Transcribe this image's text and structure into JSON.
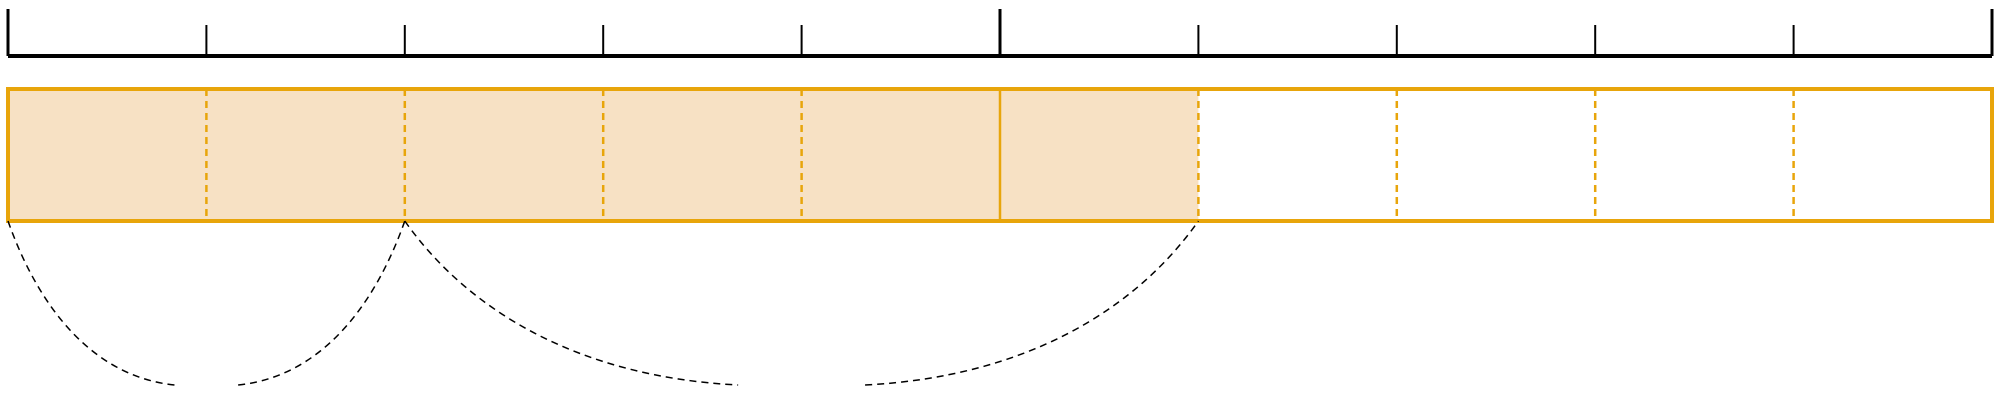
{
  "diagram": {
    "type": "fraction-bar-with-number-line",
    "number_line": {
      "major_ticks_at": [
        0,
        5,
        10
      ],
      "divisions": 10
    },
    "bar": {
      "parts": 10,
      "shaded_parts": 6,
      "whole_group_boundary_at": 5
    },
    "jumps": [
      {
        "from": 0,
        "to": 2
      },
      {
        "from": 2,
        "to": 6
      }
    ],
    "colors": {
      "outline": "#E8A50B",
      "shade": "#F7E1C4",
      "divider": "#E8A50B",
      "axis": "#000000",
      "jump_arc": "#000000"
    }
  }
}
